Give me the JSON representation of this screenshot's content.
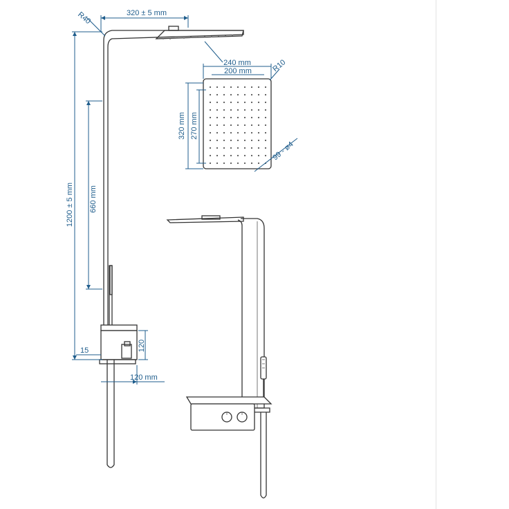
{
  "dimensions": {
    "head_width_total": "320 ± 5 mm",
    "corner_radius_head": "R40",
    "plate_width_outer": "240 mm",
    "plate_width_inner": "200 mm",
    "plate_corner_radius": "R10",
    "plate_height_outer": "320 mm",
    "plate_height_inner": "270 mm",
    "nozzles": "99 - ø4",
    "total_height": "1200 ± 5 mm",
    "slide_bar_height": "660 mm",
    "offset_left": "15",
    "mixer_height": "120",
    "mixer_width": "120 mm"
  },
  "colors": {
    "dimension": "#1f5d8c",
    "line": "#333333",
    "background": "#ffffff"
  }
}
